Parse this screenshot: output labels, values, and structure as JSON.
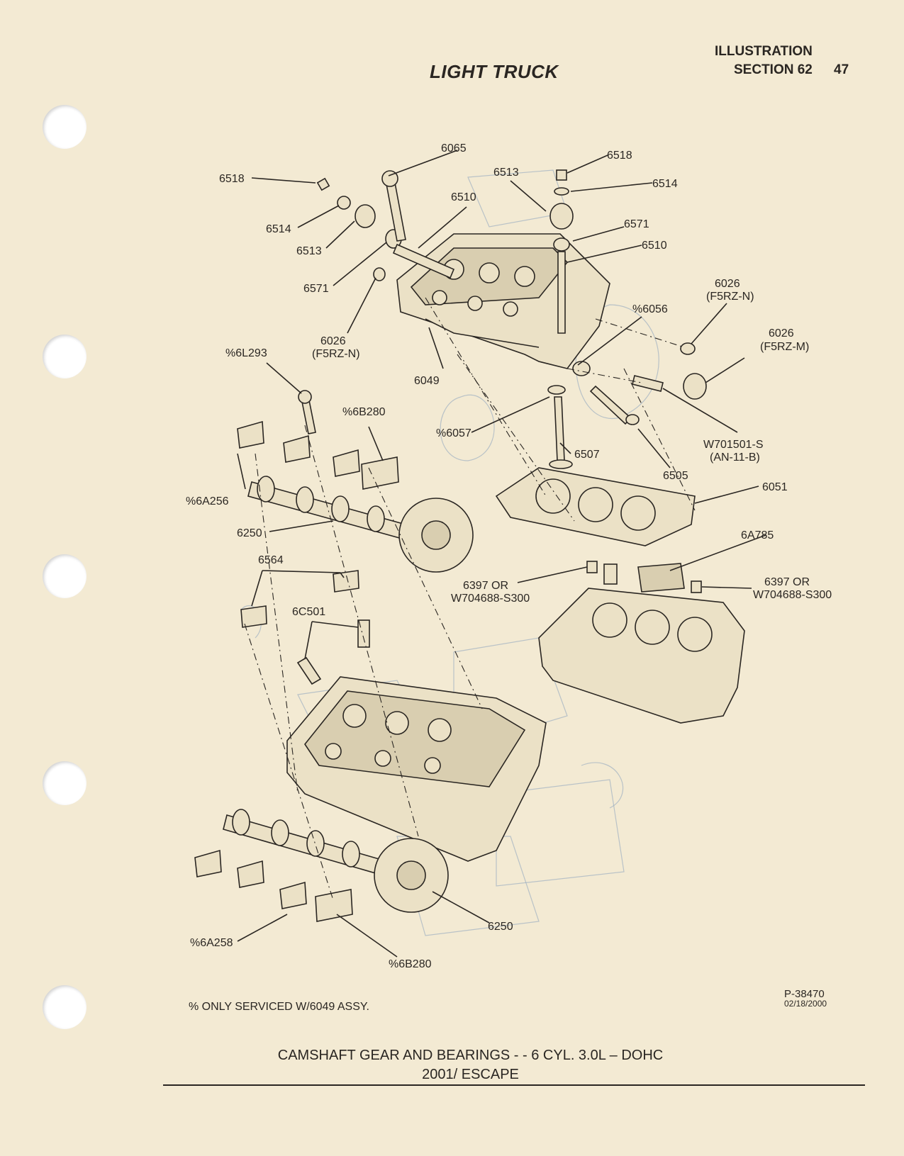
{
  "header": {
    "section_heading": "LIGHT TRUCK",
    "illustration": "ILLUSTRATION",
    "section": "SECTION 62",
    "page_number": "47"
  },
  "callouts": {
    "c6065": "6065",
    "c6518a": "6518",
    "c6513a": "6513",
    "c6518b": "6518",
    "c6514a": "6514",
    "c6514b": "6514",
    "c6510a": "6510",
    "c6571a": "6571",
    "c6513b": "6513",
    "c6510b": "6510",
    "c6571b": "6571",
    "c6026a": "6026",
    "c6026a_sub": "(F5RZ-N)",
    "c6026b": "6026",
    "c6026b_sub": "(F5RZ-N)",
    "c6056": "%6056",
    "c6026c": "6026",
    "c6026c_sub": "(F5RZ-M)",
    "c6l293": "%6L293",
    "c6049": "6049",
    "c6b280a": "%6B280",
    "c6057": "%6057",
    "cw701501": "W701501-S",
    "cw701501_sub": "(AN-11-B)",
    "c6507": "6507",
    "c6505": "6505",
    "c6a256": "%6A256",
    "c6051": "6051",
    "c6250a": "6250",
    "c6a785": "6A785",
    "c6564": "6564",
    "c6397a": "6397 OR",
    "c6397a_sub": "W704688-S300",
    "c6397b": "6397 OR",
    "c6397b_sub": "W704688-S300",
    "c6c501": "6C501",
    "c6250b": "6250",
    "c6a258": "%6A258",
    "c6b280b": "%6B280"
  },
  "footer": {
    "service_note": "% ONLY SERVICED W/6049 ASSY.",
    "part_number": "P-38470",
    "date": "02/18/2000",
    "title_line1": "CAMSHAFT GEAR AND BEARINGS - - 6 CYL. 3.0L – DOHC",
    "title_line2": "2001/ ESCAPE"
  },
  "colors": {
    "paper": "#f3ead3",
    "ink": "#2a2622",
    "ghost_print": "#9fb1c2"
  }
}
